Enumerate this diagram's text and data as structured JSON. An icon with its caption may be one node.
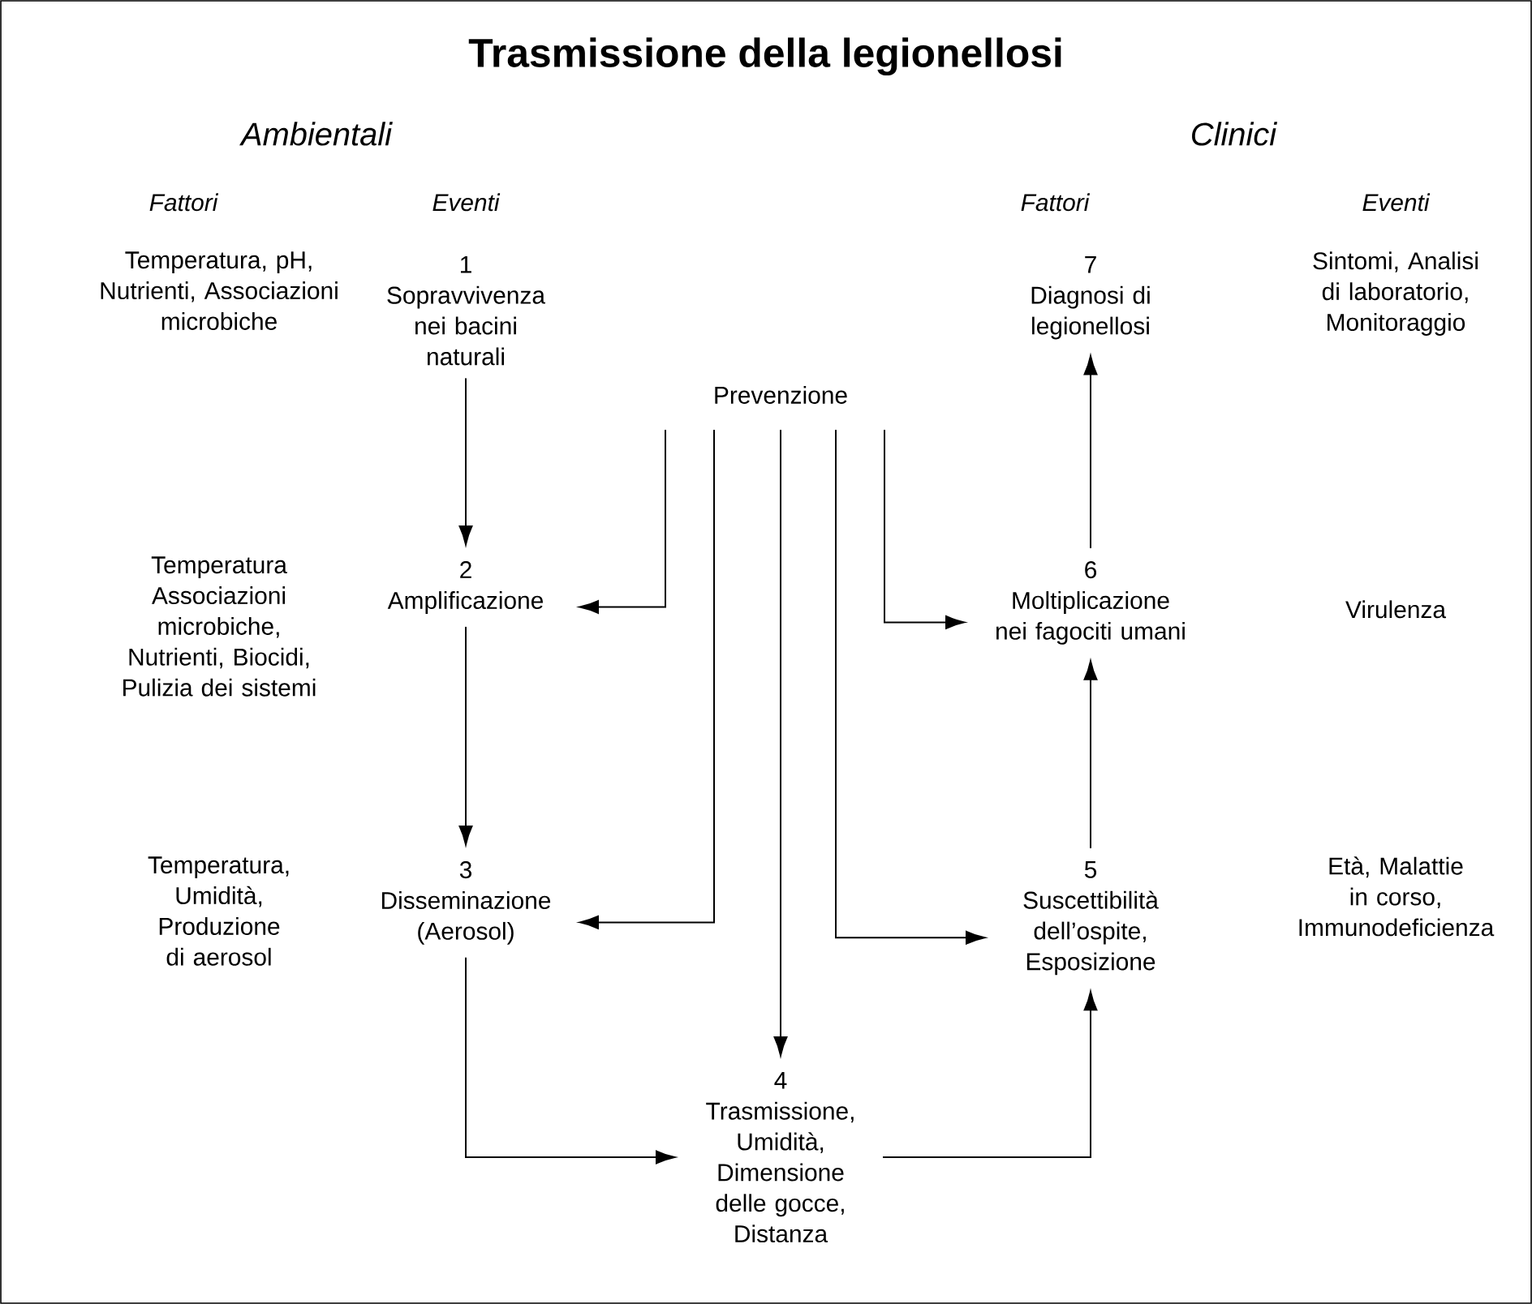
{
  "diagram": {
    "title": "Trasmissione della legionellosi",
    "nodes": [
      {
        "text": [
          "1",
          "Sopravvivenza nei bacini naturali"
        ]
      },
      {
        "text": [
          "Prevenzione"
        ]
      },
      {
        "text": [
          "7",
          "Diagnosi di legionellosi"
        ]
      },
      {
        "text": [
          "2",
          "Amplificazione"
        ]
      },
      {
        "text": [
          "6",
          "Moltiplicazione nei fagociti umani"
        ]
      },
      {
        "text": [
          "3",
          "Disseminazione (Aerosol)"
        ]
      },
      {
        "text": [
          "5",
          "Suscettibilità dell’ospite, Esposizione"
        ]
      },
      {
        "text": [
          "4",
          "Trasmissione, Umidità, Dimensione delle gocce, Distanza"
        ]
      }
    ],
    "edges": [
      {
        "from": 0,
        "to": 3,
        "arrow": "to"
      },
      {
        "from": 3,
        "to": 5,
        "arrow": "to"
      },
      {
        "from": 5,
        "to": 7,
        "arrow": "to"
      },
      {
        "from": 7,
        "to": 6,
        "arrow": "to"
      },
      {
        "from": 6,
        "to": 4,
        "arrow": "to"
      },
      {
        "from": 4,
        "to": 2,
        "arrow": "to"
      },
      {
        "from": 1,
        "to": 3,
        "arrow": "to"
      },
      {
        "from": 1,
        "to": 5,
        "arrow": "to"
      },
      {
        "from": 1,
        "to": 7,
        "arrow": "to"
      },
      {
        "from": 1,
        "to": 6,
        "arrow": "to"
      },
      {
        "from": 1,
        "to": 4,
        "arrow": "to"
      }
    ],
    "labels": [
      "Ambientali",
      "Clinici",
      "Fattori",
      "Eventi",
      "Fattori",
      "Eventi",
      "Temperatura, pH, Nutrienti, Associazioni microbiche",
      "Sintomi, Analisi di laboratorio, Monitoraggio",
      "Temperatura Associazioni microbiche, Nutrienti, Biocidi, Pulizia dei sistemi",
      "Virulenza",
      "Temperatura, Umidità, Produzione di aerosol",
      "Età, Malattie in corso, Immunodeficienza"
    ]
  }
}
